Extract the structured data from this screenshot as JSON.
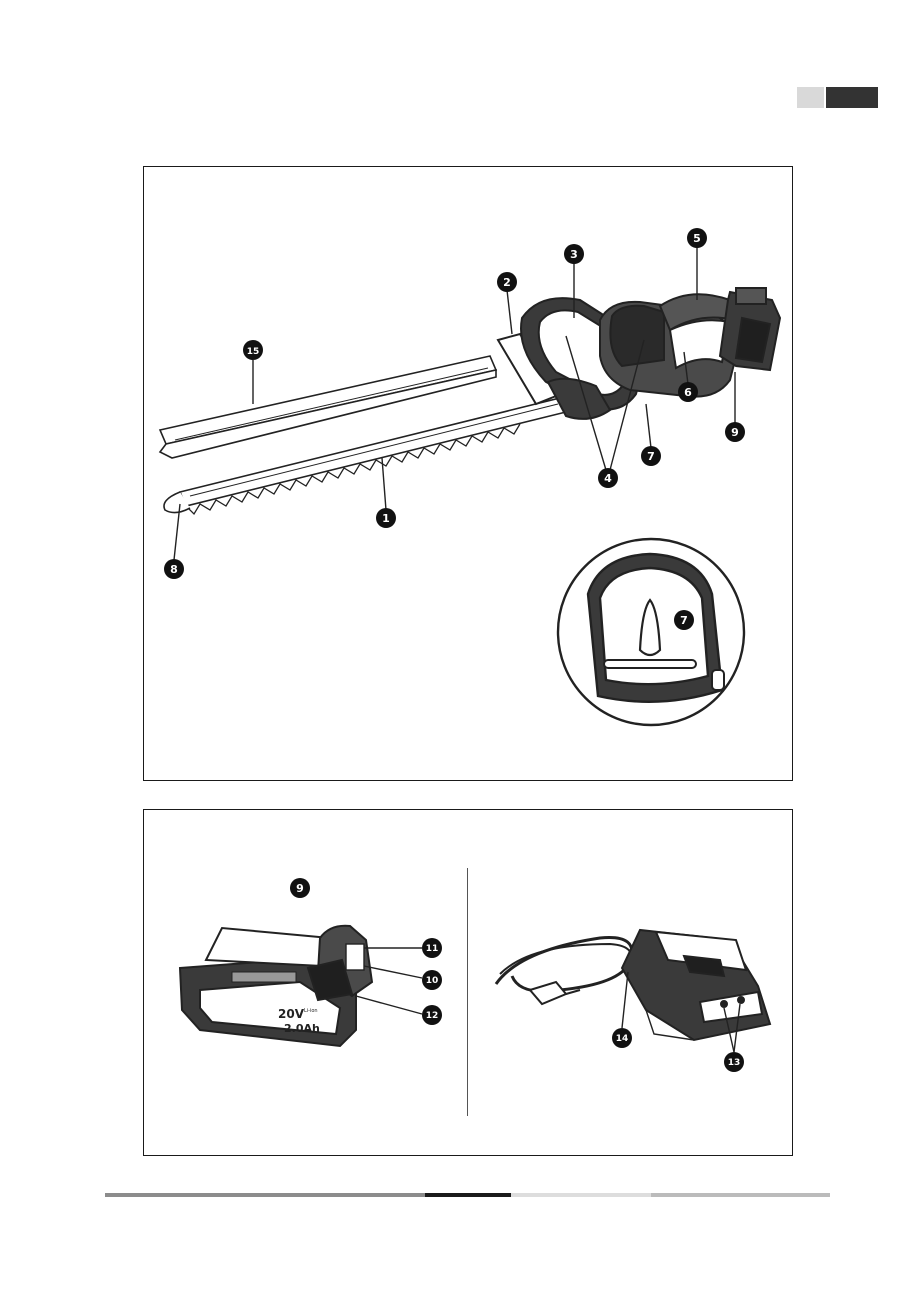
{
  "header": {
    "tab_colors": [
      "#d9d9d9",
      "#333333"
    ]
  },
  "figure_top": {
    "callouts": {
      "c1": "1",
      "c2": "2",
      "c3": "3",
      "c4": "4",
      "c5": "5",
      "c6": "6",
      "c7": "7",
      "c8": "8",
      "c9": "9",
      "c15": "15",
      "detail7": "7"
    }
  },
  "figure_bottom": {
    "battery": {
      "callout_top": "9",
      "label_voltage": "20V",
      "label_chem": "Li-ion",
      "label_capacity": "2.0Ah",
      "c10": "10",
      "c11": "11",
      "c12": "12"
    },
    "charger": {
      "c13": "13",
      "c14": "14"
    }
  },
  "footer": {
    "colors": [
      "#8c8c8c",
      "#1a1a1a",
      "#dddddd",
      "#bbbbbb"
    ]
  }
}
